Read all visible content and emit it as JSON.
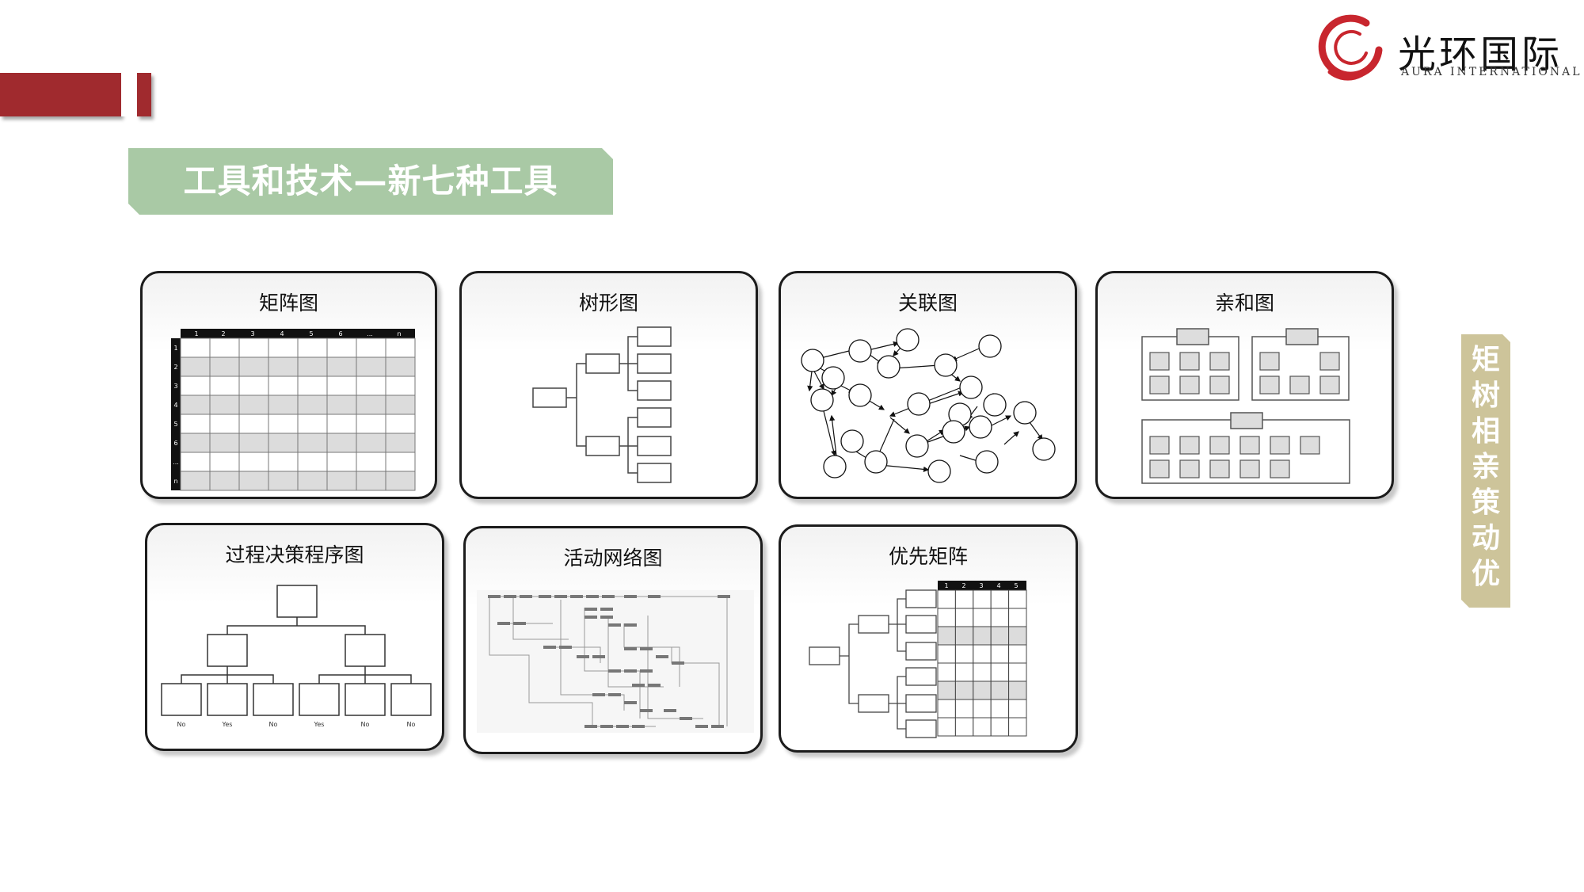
{
  "logo": {
    "chinese": "光环国际",
    "english": "AURA INTERNATIONAL",
    "brand_color": "#c8262e"
  },
  "banner": {
    "title": "工具和技术—新七种工具",
    "bg_color": "#a9c9a5"
  },
  "cards": {
    "matrix": {
      "title": "矩阵图",
      "col_labels": [
        "1",
        "2",
        "3",
        "4",
        "5",
        "6",
        "...",
        "n"
      ],
      "row_labels": [
        "1",
        "2",
        "3",
        "4",
        "5",
        "6",
        "...",
        "n"
      ]
    },
    "tree": {
      "title": "树形图"
    },
    "interrelationship": {
      "title": "关联图"
    },
    "affinity": {
      "title": "亲和图"
    },
    "pdpc": {
      "title": "过程决策程序图",
      "leaf_labels": [
        "No",
        "Yes",
        "No",
        "Yes",
        "No",
        "No"
      ]
    },
    "network": {
      "title": "活动网络图"
    },
    "priority": {
      "title": "优先矩阵",
      "col_labels": [
        "1",
        "2",
        "3",
        "4",
        "5"
      ]
    }
  },
  "side_tab": {
    "chars": [
      "矩",
      "树",
      "相",
      "亲",
      "策",
      "动",
      "优"
    ],
    "bg_color": "#cdc49a"
  },
  "colors": {
    "accent_red": "#a02a2e",
    "card_border": "#1c1c1c"
  }
}
